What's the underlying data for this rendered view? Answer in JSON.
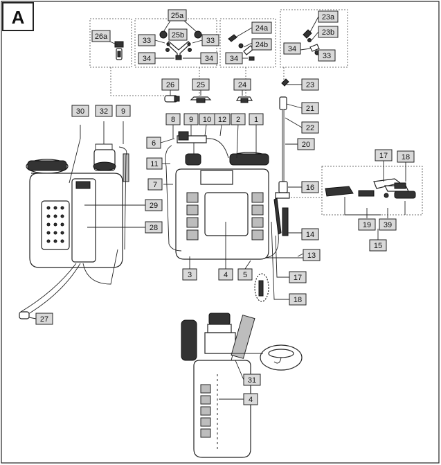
{
  "figure_label": "A",
  "callouts": {
    "c26a": "26a",
    "c25a": "25a",
    "c25b": "25b",
    "c33a": "33",
    "c33b": "33",
    "c34a": "34",
    "c34b": "34",
    "c24a": "24a",
    "c24b": "24b",
    "c34c": "34",
    "c23a": "23a",
    "c23b": "23b",
    "c34d": "34",
    "c33c": "33",
    "c26": "26",
    "c25": "25",
    "c24": "24",
    "c23": "23",
    "c30": "30",
    "c32": "32",
    "c9a": "9",
    "c8": "8",
    "c9b": "9",
    "c10": "10",
    "c12": "12",
    "c2": "2",
    "c1": "1",
    "c6": "6",
    "c11": "11",
    "c7": "7",
    "c21": "21",
    "c22": "22",
    "c20": "20",
    "c17a": "17",
    "c18a": "18",
    "c16": "16",
    "c29": "29",
    "c28": "28",
    "c14": "14",
    "c19": "19",
    "c39": "39",
    "c15": "15",
    "c13": "13",
    "c3": "3",
    "c4a": "4",
    "c5": "5",
    "c17b": "17",
    "c18b": "18",
    "c27": "27",
    "c31": "31",
    "c4b": "4"
  }
}
